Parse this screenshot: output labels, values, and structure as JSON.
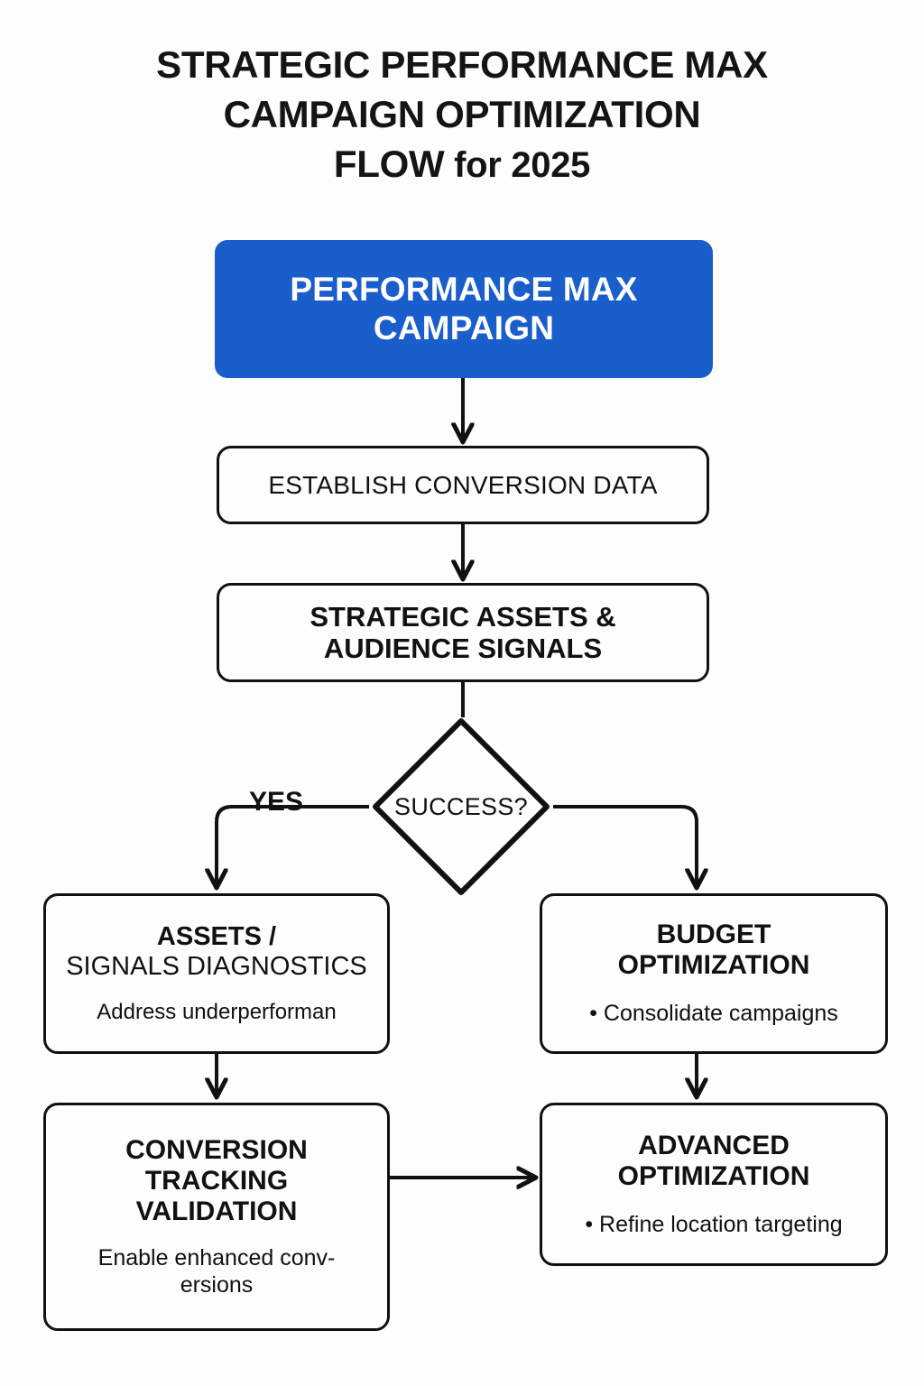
{
  "title": {
    "line1": "STRATEGIC PERFORMANCE MAX",
    "line2": "CAMPAIGN OPTIMIZATION",
    "line3_main": "FLOW",
    "line3_lower": " for 2025"
  },
  "colors": {
    "accent_blue": "#1a5ecb",
    "stroke": "#111111",
    "background": "#fdfdfb",
    "text": "#111111",
    "inverse_text": "#ffffff"
  },
  "nodes": {
    "pmax": {
      "title_line1": "PERFORMANCE MAX",
      "title_line2": "CAMPAIGN"
    },
    "conversion_data": {
      "title": "ESTABLISH CONVERSION DATA"
    },
    "assets_signals": {
      "title_line1": "STRATEGIC ASSETS &",
      "title_line2": "AUDIENCE SIGNALS"
    },
    "decision": {
      "label": "SUCCESS?"
    },
    "diagnostics": {
      "title_line1": "ASSETS /",
      "title_line2": "SIGNALS DIAGNOSTICS",
      "detail": "Address underperforman"
    },
    "budget": {
      "title_line1": "BUDGET",
      "title_line2": "OPTIMIZATION",
      "bullet": "• Consolidate campaigns"
    },
    "tracking": {
      "title_line1": "CONVERSION",
      "title_line2": "TRACKING",
      "title_line3": "VALIDATION",
      "detail": "Enable enhanced conv­ersions"
    },
    "advanced": {
      "title_line1": "ADVANCED",
      "title_line2": "OPTIMIZATION",
      "bullet": "• Refine location targeting"
    }
  },
  "edges": {
    "yes_label": "YES"
  }
}
